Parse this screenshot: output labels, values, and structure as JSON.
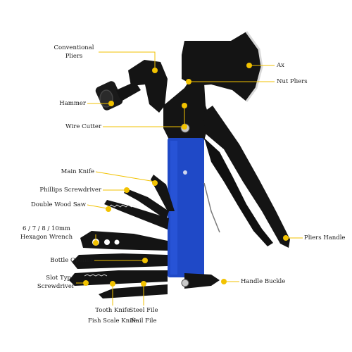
{
  "labels": {
    "conventional_pliers": "Conventional\nPliers",
    "hammer": "Hammer",
    "wire_cutter": "Wire Cutter",
    "main_knife": "Main Knife",
    "phillips_screwdriver": "Phillips Screwdriver",
    "double_wood_saw": "Double Wood Saw",
    "hexagon_wrench": "6 / 7 / 8 / 10mm\nHexagon Wrench",
    "bottle_opener": "Bottle Opener",
    "slot_type_screwdriver": "Slot Type\nScrewdriver",
    "tooth_knife": "Tooth Knife\nFish Scale Knife",
    "steel_file": "Steel File\nNail File",
    "ax": "Ax",
    "nut_pliers": "Nut Pliers",
    "pliers_handle": "Pliers Handle",
    "handle_buckle": "Handle Buckle"
  },
  "colors": {
    "callout": "#f2c200",
    "tool_black": "#141414",
    "handle_blue": "#1f49c7",
    "blade_edge": "#d9d9d9"
  }
}
